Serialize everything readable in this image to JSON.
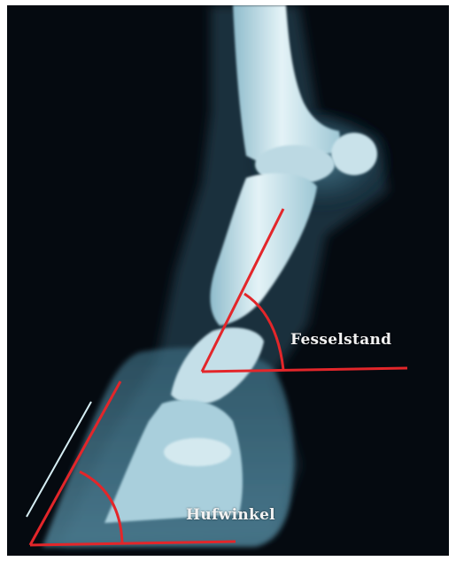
{
  "image": {
    "subject": "equine-distal-limb-radiograph",
    "colors": {
      "film": "#050a10",
      "bone": "#cfe6ee",
      "soft_tissue": "#3f6f84",
      "angle_lines": "#e3262a",
      "label_text": "#f2f2f2"
    }
  },
  "labels": {
    "pastern_angle": "Fesselstand",
    "hoof_angle": "Hufwinkel"
  }
}
